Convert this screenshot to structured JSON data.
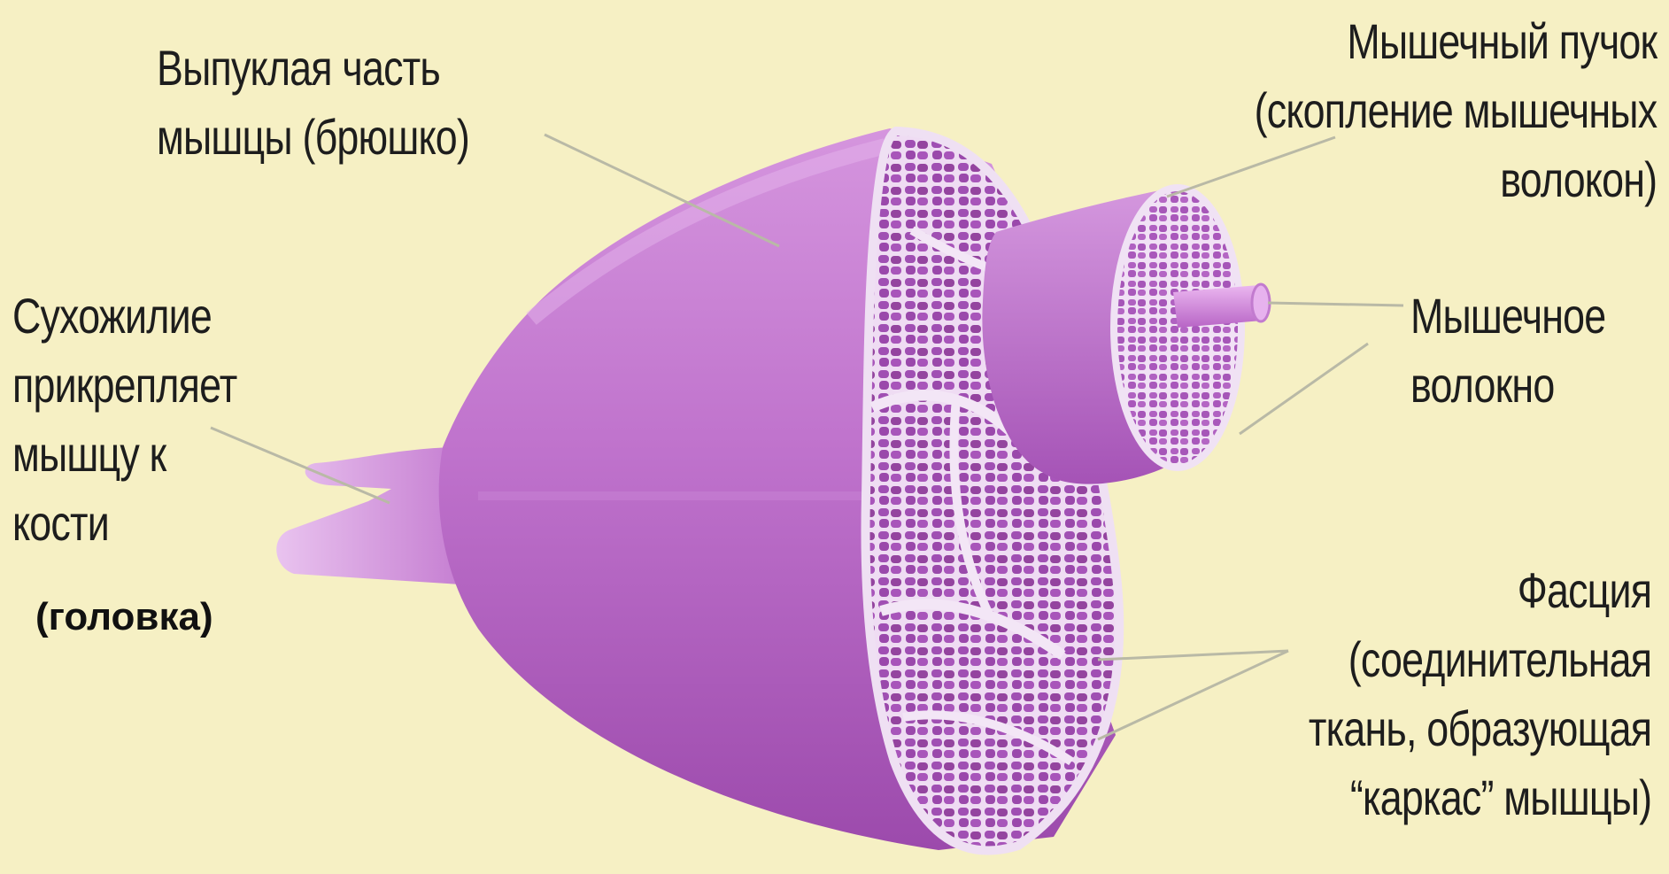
{
  "labels": {
    "belly": {
      "line1": "Выпуклая часть",
      "line2": "мышцы (брюшко)"
    },
    "tendon": {
      "line1": "Сухожилие",
      "line2": "прикрепляет",
      "line3": "мышцу к",
      "line4": "кости"
    },
    "head": {
      "text": "(головка)"
    },
    "bundle": {
      "line1": "Мышечный пучок",
      "line2": "(скопление мышечных",
      "line3": "волокон)"
    },
    "fiber": {
      "line1": "Мышечное",
      "line2": "волокно"
    },
    "fascia": {
      "line1": "Фасция",
      "line2": "(соединительная",
      "line3": "ткань, образующая",
      "line4": "“каркас” мышцы)"
    }
  },
  "colors": {
    "background": "#f6f0c4",
    "muscle": "#c376cf",
    "muscle_dark": "#8d3f9e",
    "fascia": "#efe0f3",
    "leader_line": "#b8b8a8"
  }
}
